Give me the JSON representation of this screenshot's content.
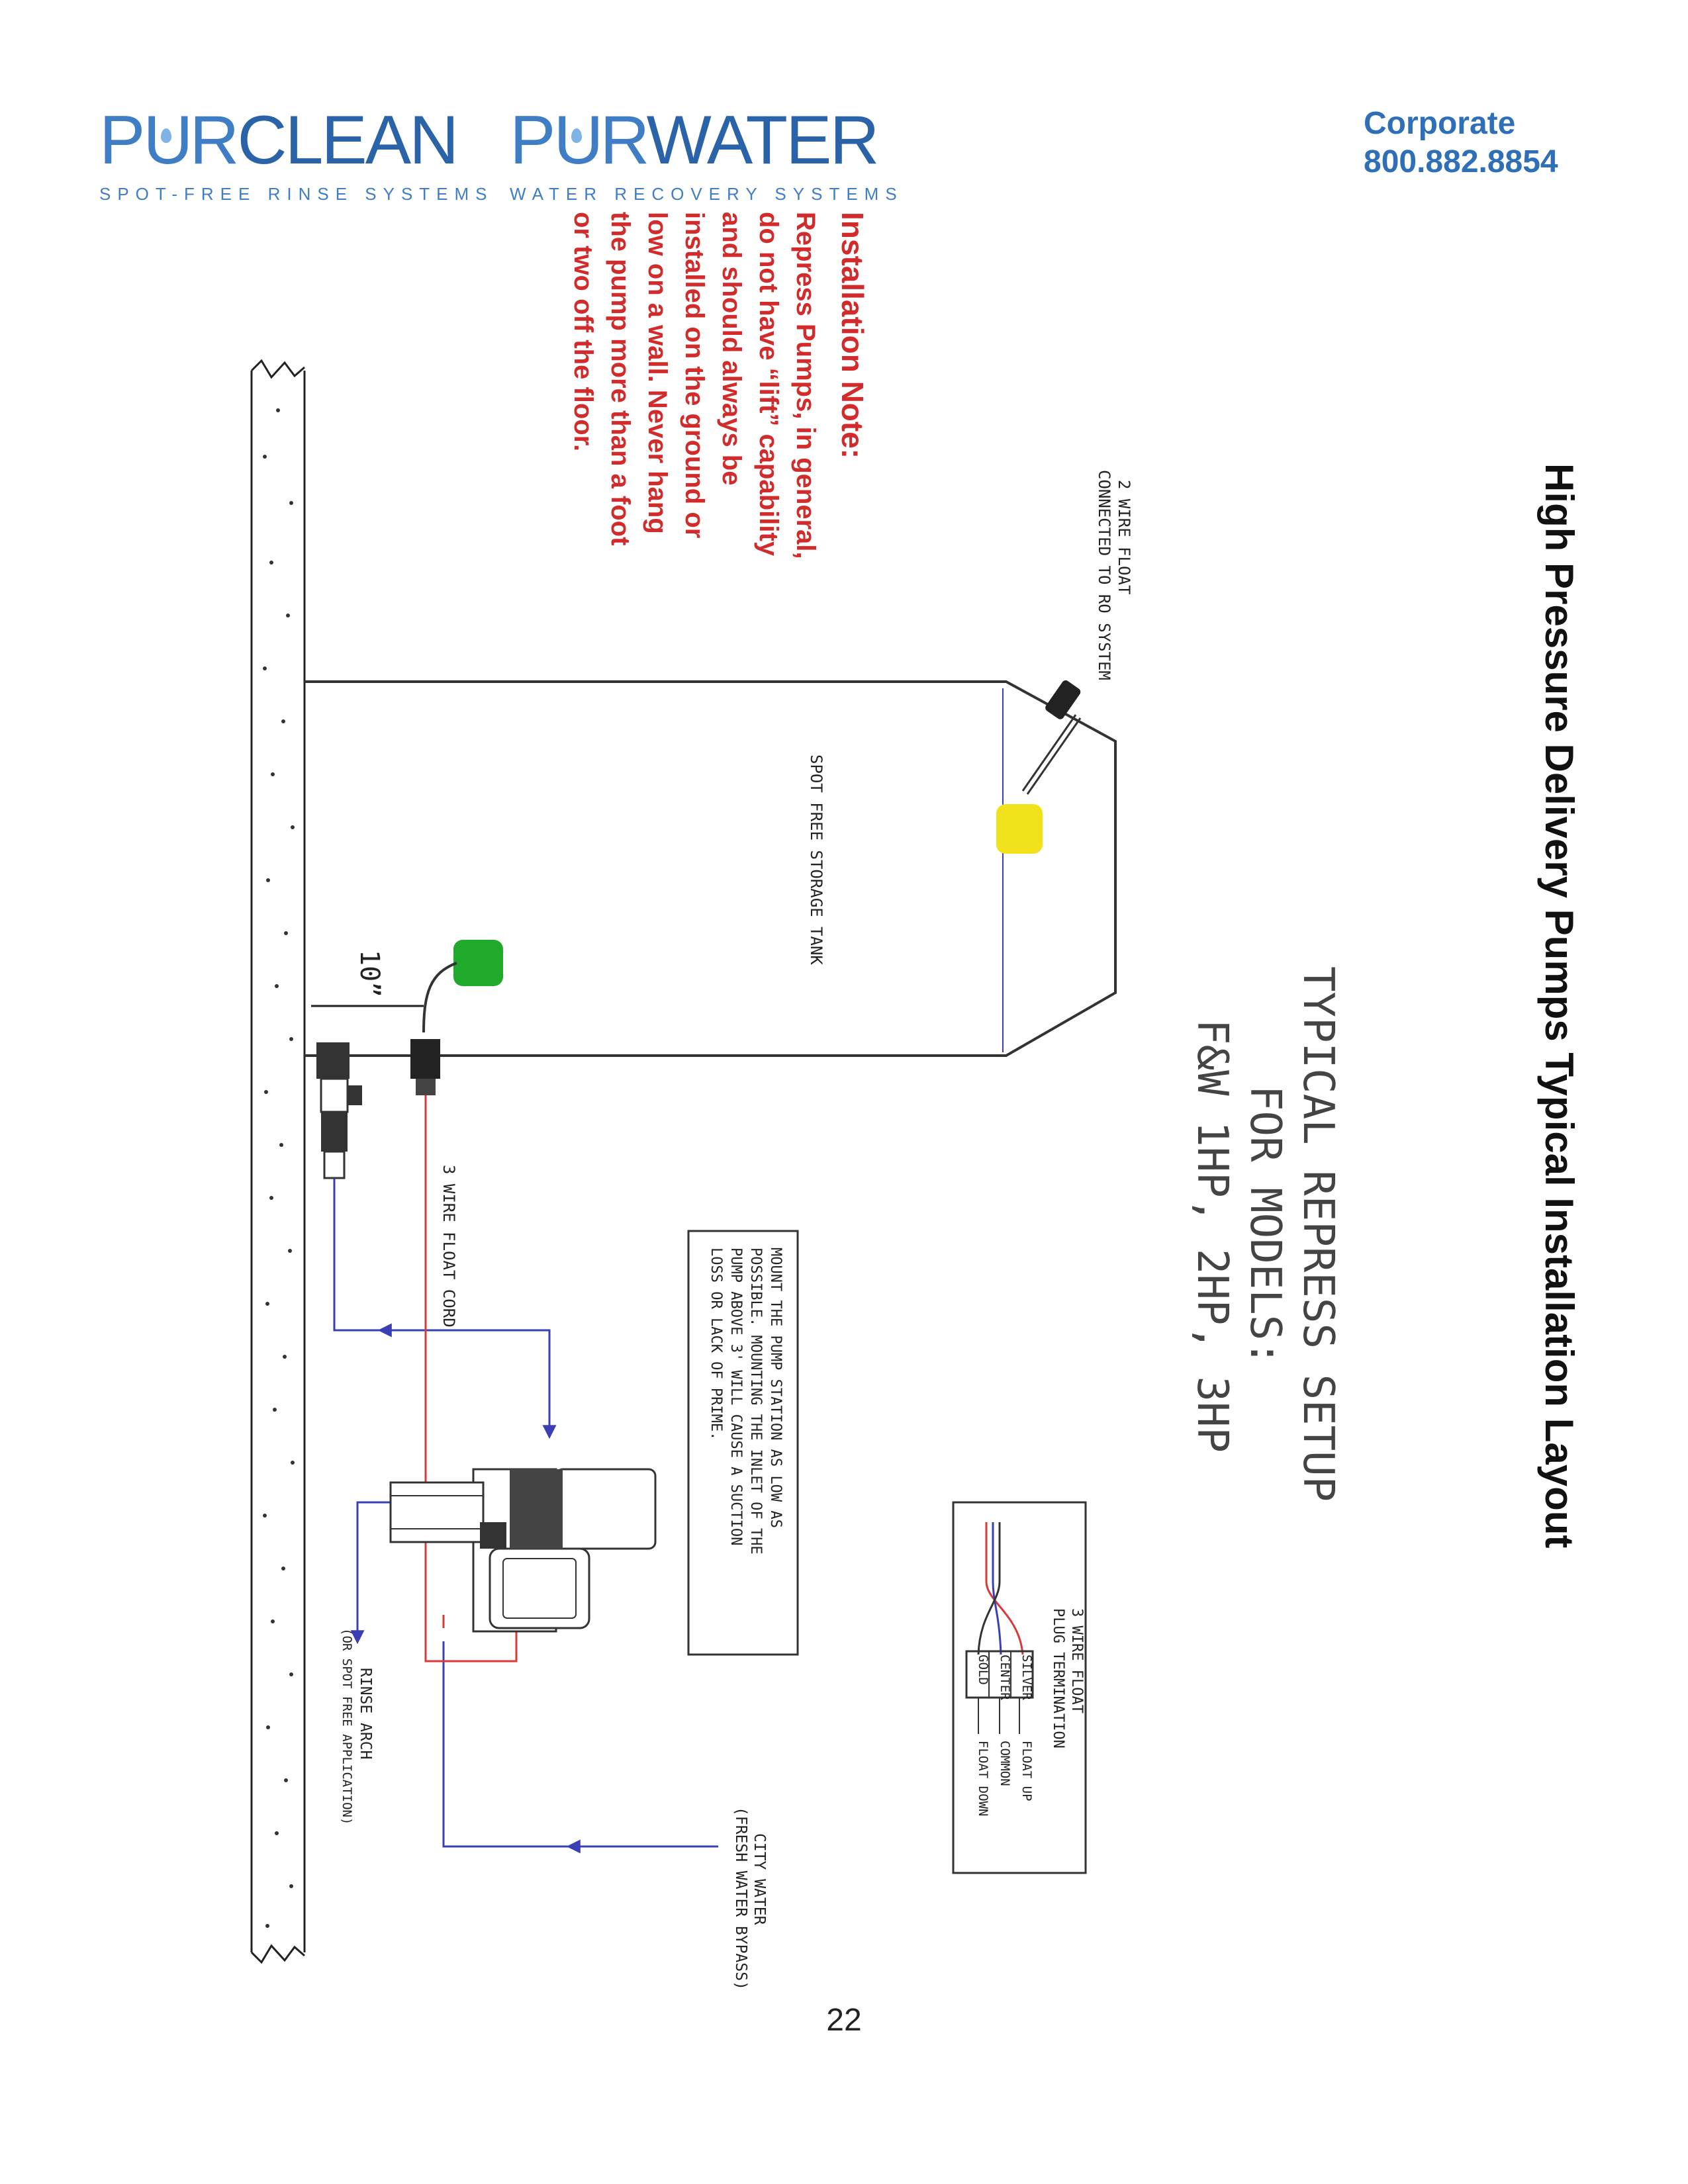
{
  "logos": {
    "purclean": {
      "word_a": "P",
      "word_b": "R",
      "word_c": "CLEAN",
      "sub": "SPOT-FREE RINSE SYSTEMS"
    },
    "purwater": {
      "word_a": "P",
      "word_b": "R",
      "word_c": "WATER",
      "sub": "WATER RECOVERY SYSTEMS"
    }
  },
  "contact": {
    "label": "Corporate",
    "phone": "800.882.8854"
  },
  "title": "High Pressure Delivery Pumps Typical Installation Layout",
  "note": {
    "title": "Installation Note:",
    "lines": [
      "Repress Pumps, in general,",
      "do not have “lift” capability",
      "and should always be",
      "installed on the ground or",
      "low on a wall. Never hang",
      "the pump more than a foot",
      "or two off the floor."
    ]
  },
  "diagram": {
    "heading_lines": [
      "TYPICAL REPRESS SETUP",
      "FOR MODELS:",
      "F&W 1HP, 2HP, 3HP"
    ],
    "float_2wire": [
      "2 WIRE FLOAT",
      "CONNECTED TO RO SYSTEM"
    ],
    "tank_label": "SPOT FREE STORAGE TANK",
    "dimension": "10”",
    "float_cord": "3 WIRE FLOAT CORD",
    "mount_note": [
      "MOUNT THE PUMP STATION AS LOW AS",
      "POSSIBLE. MOUNTING THE INLET OF THE",
      "PUMP ABOVE 3' WILL CAUSE A SUCTION",
      "LOSS OR LACK OF PRIME."
    ],
    "plug_title": [
      "3 WIRE FLOAT",
      "PLUG TERMINATION"
    ],
    "wires": [
      {
        "color": "SILVER",
        "function": "FLOAT UP"
      },
      {
        "color": "CENTER",
        "function": "COMMON"
      },
      {
        "color": "GOLD",
        "function": "FLOAT DOWN"
      }
    ],
    "city_water": [
      "CITY WATER",
      "(FRESH WATER BYPASS)"
    ],
    "rinse_arch": [
      "RINSE ARCH",
      "(OR SPOT FREE APPLICATION)"
    ]
  },
  "page_number": "22",
  "colors": {
    "brand_blue": "#2e6fb7",
    "note_red": "#d22b2b",
    "pipe_blue": "#3b3fb5",
    "wire_red": "#d83a3a",
    "float_yellow": "#f2e21c",
    "float_green": "#1faa2c"
  }
}
